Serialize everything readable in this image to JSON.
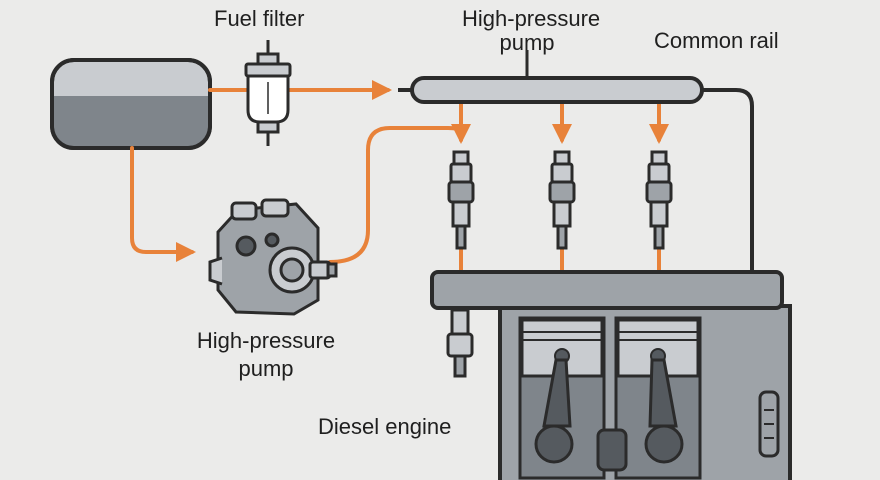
{
  "labels": {
    "fuel_filter": "Fuel filter",
    "hp_pump_top_line1": "High-pressure",
    "hp_pump_top_line2": "pump",
    "common_rail": "Common rail",
    "hp_pump_line1": "High-pressure",
    "hp_pump_line2": "pump",
    "diesel_engine": "Diesel engine"
  },
  "colors": {
    "background": "#ebebea",
    "fuel_flow": "#e8823a",
    "return_line": "#2b2b2b",
    "metal": "#9ea3a8",
    "metal_light": "#c9ccd0",
    "outline": "#2b2b2b",
    "fuel_level": "#7f858b"
  },
  "icons": {
    "tank": "fuel-tank-icon",
    "filter": "fuel-filter-icon",
    "pump": "high-pressure-pump-icon",
    "rail": "common-rail-icon",
    "injector": "injector-icon",
    "engine": "engine-block-icon"
  }
}
